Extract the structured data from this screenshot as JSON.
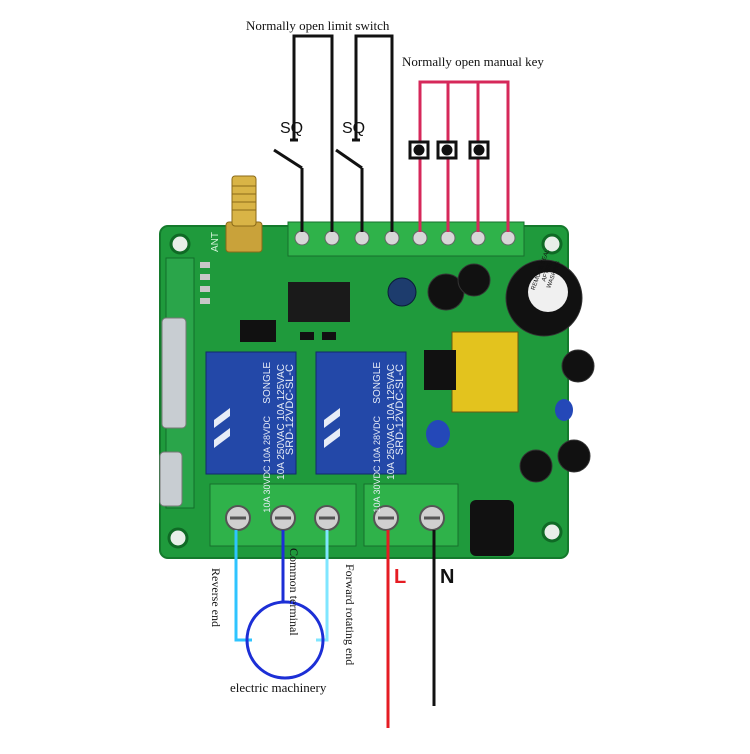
{
  "labels": {
    "limit_switch": "Normally open limit switch",
    "manual_key": "Normally open manual key",
    "sq_1": "SQ",
    "sq_2": "SQ",
    "reverse_end": "Reverse end",
    "common_terminal": "Common terminal",
    "forward_end": "Forward rotating end",
    "machine": "electric machinery",
    "live": "L",
    "neutral": "N",
    "antenna": "ANT"
  },
  "relays": [
    {
      "brand": "SONGLE",
      "model": "SRD-12VDC-SL-C",
      "rating_1": "10A 250VAC 10A 125VAC",
      "rating_2": "10A 30VDC 10A 28VDC"
    },
    {
      "brand": "SONGLE",
      "model": "SRD-12VDC-SL-C",
      "rating_1": "10A 250VAC 10A 125VAC",
      "rating_2": "10A 30VDC 10A 28VDC"
    }
  ],
  "buzzer_text": "REMOVE SEAL AFTER WASHING",
  "colors": {
    "pcb": "#1f9a3c",
    "terminal": "#2fb24a",
    "relay": "#2348a8",
    "manual_wire": "#d6285a",
    "live_wire": "#e51c23",
    "neutral_wire": "#111111",
    "reverse_wire": "#2ec4ff",
    "common_wire": "#1c2fd6",
    "forward_wire": "#7fe6ff"
  }
}
